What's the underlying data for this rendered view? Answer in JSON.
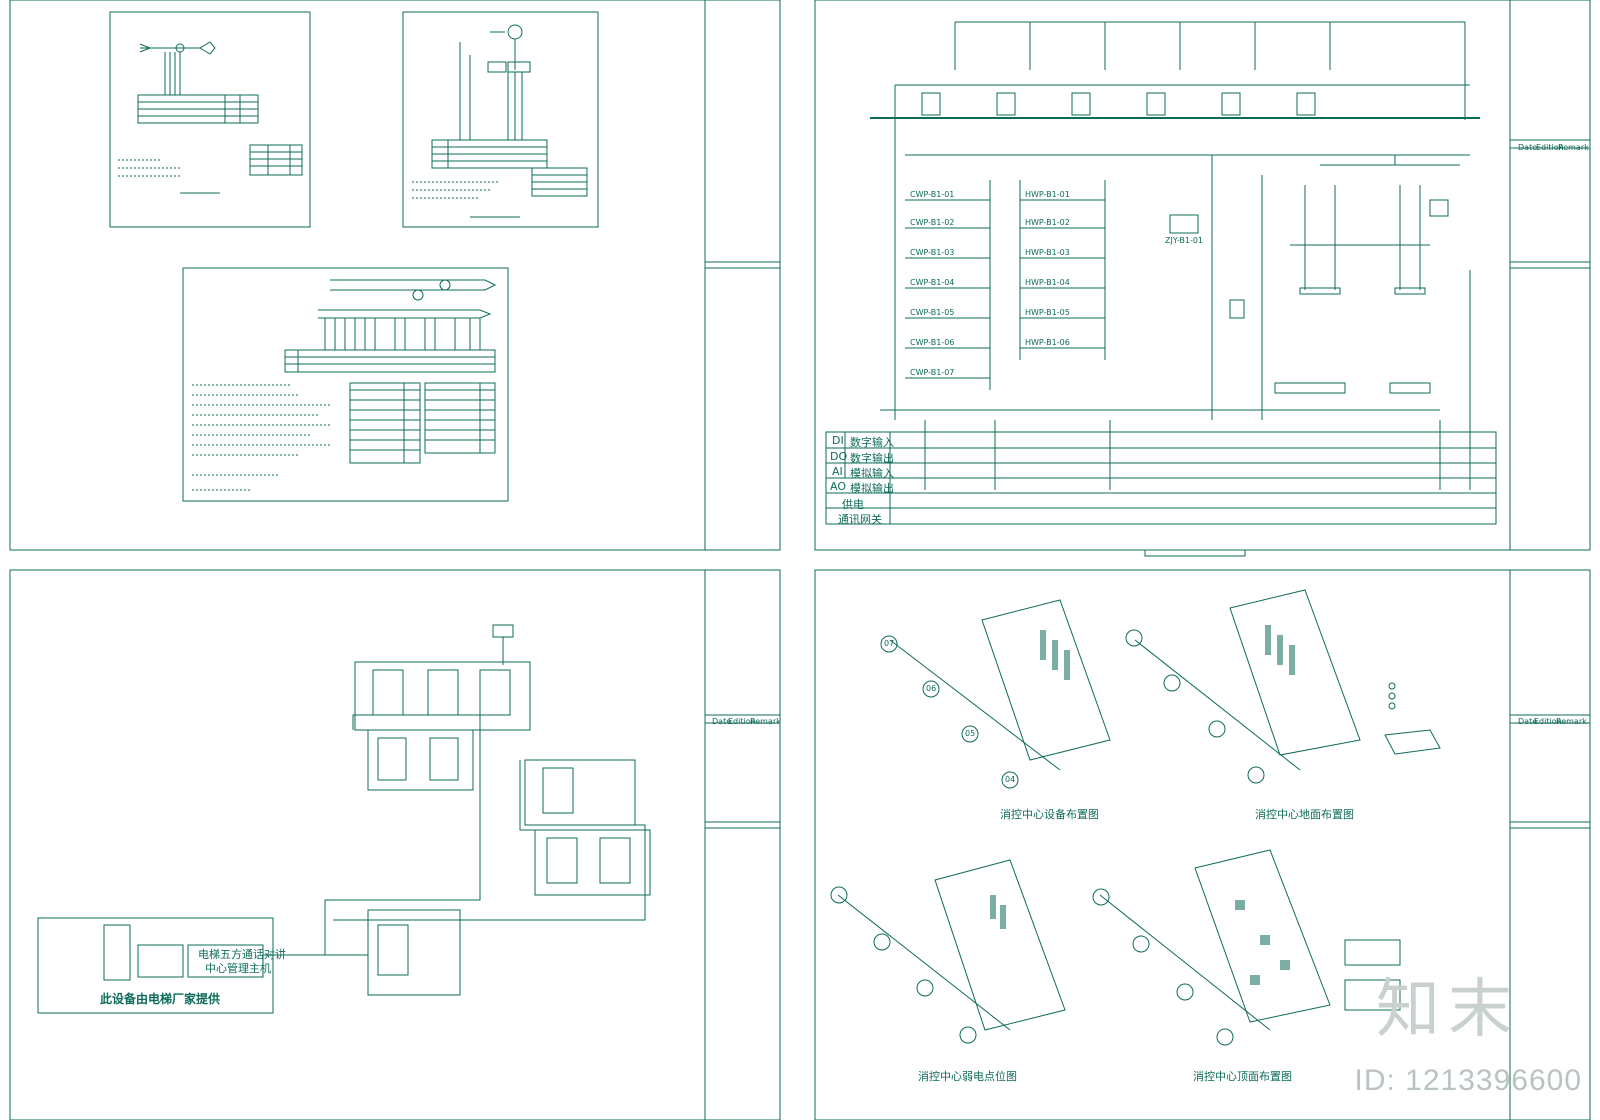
{
  "sheets": {
    "top_right": {
      "signal_rows": [
        {
          "code": "DI",
          "name": "数字输入"
        },
        {
          "code": "DO",
          "name": "数字输出"
        },
        {
          "code": "AI",
          "name": "模拟输入"
        },
        {
          "code": "AO",
          "name": "模拟输出"
        },
        {
          "code": "",
          "name": "供电"
        },
        {
          "code": "",
          "name": "通讯网关"
        }
      ],
      "pump_group_cwp": [
        "CWP-B1-01",
        "CWP-B1-02",
        "CWP-B1-03",
        "CWP-B1-04",
        "CWP-B1-05",
        "CWP-B1-06",
        "CWP-B1-07"
      ],
      "pump_group_hwp": [
        "HWP-B1-01",
        "HWP-B1-02",
        "HWP-B1-03",
        "HWP-B1-04",
        "HWP-B1-05",
        "HWP-B1-06"
      ],
      "equipment_tag": "ZJY-B1-01"
    },
    "bottom_left": {
      "elevator_host_lines": [
        "电梯五方通话对讲",
        "中心管理主机"
      ],
      "supply_note": "此设备由电梯厂家提供"
    },
    "bottom_right": {
      "plan_titles": [
        "消控中心设备布置图",
        "消控中心地面布置图",
        "消控中心弱电点位图",
        "消控中心顶面布置图"
      ],
      "axis_labels": [
        "07",
        "06",
        "05",
        "04"
      ]
    }
  },
  "title_block": {
    "date_label": "Date",
    "edition_label": "Edition",
    "remark_label": "Remark"
  },
  "watermark": {
    "logo_text": "知末",
    "id_text": "ID: 1213396600"
  },
  "colors": {
    "line": "#0e6b5a",
    "watermark": "#c3ccca"
  }
}
